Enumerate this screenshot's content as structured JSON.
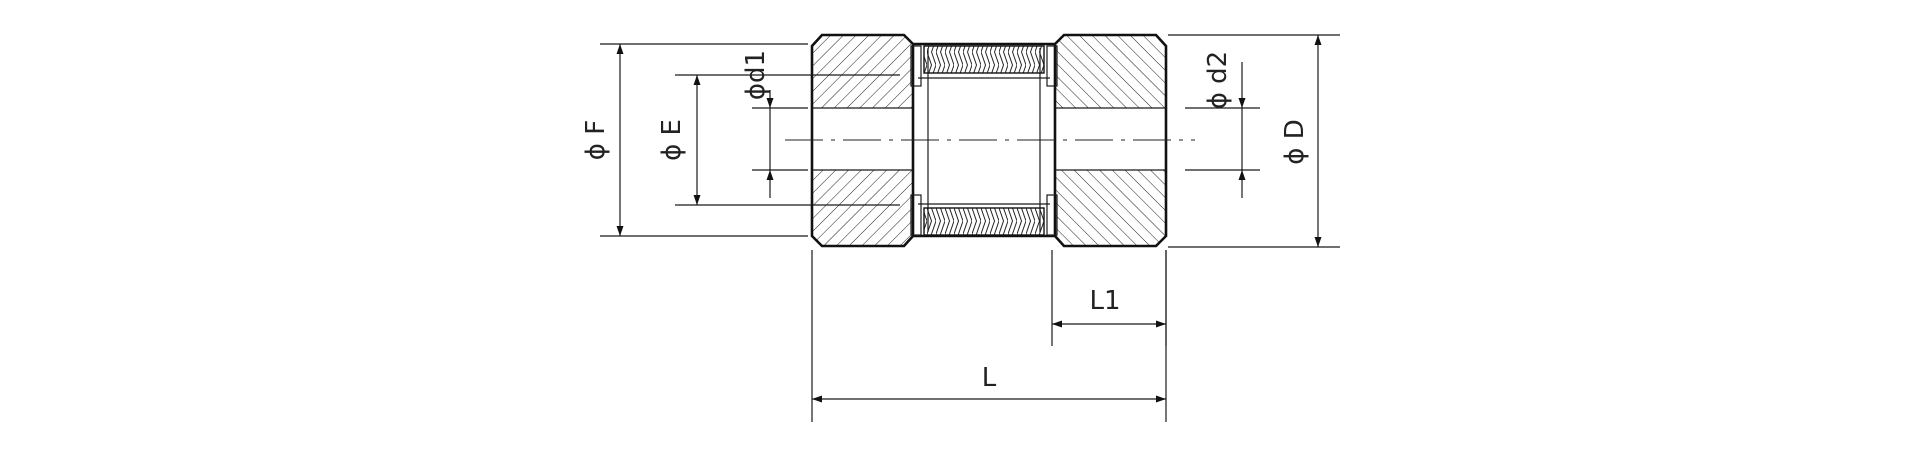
{
  "drawing": {
    "labels": {
      "phi_F": "ϕ F",
      "phi_E": "ϕ E",
      "phi_d1": "ϕd1",
      "phi_d2": "ϕ d2",
      "phi_D": "ϕ D",
      "L1": "L1",
      "L": "L"
    },
    "colors": {
      "line": "#1a1a1a",
      "background": "#ffffff"
    }
  }
}
